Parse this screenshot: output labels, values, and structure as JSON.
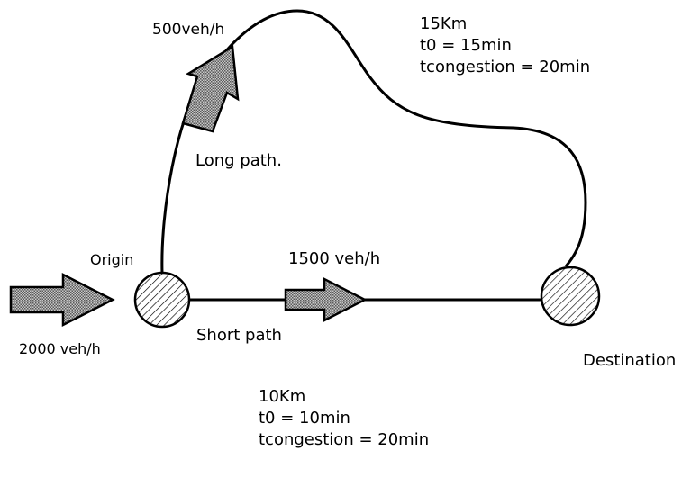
{
  "colors": {
    "line": "#000000",
    "arrow_fill": "#9a9a9a",
    "background": "#ffffff"
  },
  "demand": {
    "label": "2000 veh/h"
  },
  "origin": {
    "label": "Origin"
  },
  "destination": {
    "label": "Destination"
  },
  "short_path": {
    "name": "Short path",
    "flow": "1500 veh/h",
    "attributes": {
      "length": "10Km",
      "free_flow_time": "t0 = 10min",
      "congestion_time": "tcongestion = 20min"
    }
  },
  "long_path": {
    "name": "Long path.",
    "flow": "500veh/h",
    "attributes": {
      "length": "15Km",
      "free_flow_time": "t0 = 15min",
      "congestion_time": "tcongestion = 20min"
    }
  }
}
